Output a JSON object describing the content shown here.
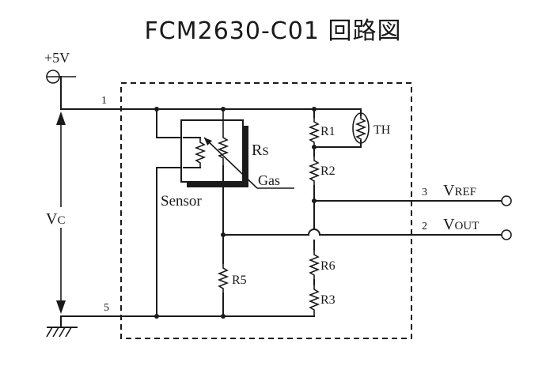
{
  "title": "FCM2630-C01 回路図",
  "labels": {
    "supply": "+5V",
    "pin1": "1",
    "pin5": "5",
    "pin3": "3",
    "pin2": "2",
    "vc_main": "V",
    "vc_sub": "C",
    "vref_main": "V",
    "vref_sub": "REF",
    "vout_main": "V",
    "vout_sub": "OUT",
    "rs_main": "R",
    "rs_sub": "S",
    "gas": "Gas",
    "sensor": "Sensor",
    "r1": "R1",
    "r2": "R2",
    "r3": "R3",
    "r5": "R5",
    "r6": "R6",
    "th": "TH"
  }
}
